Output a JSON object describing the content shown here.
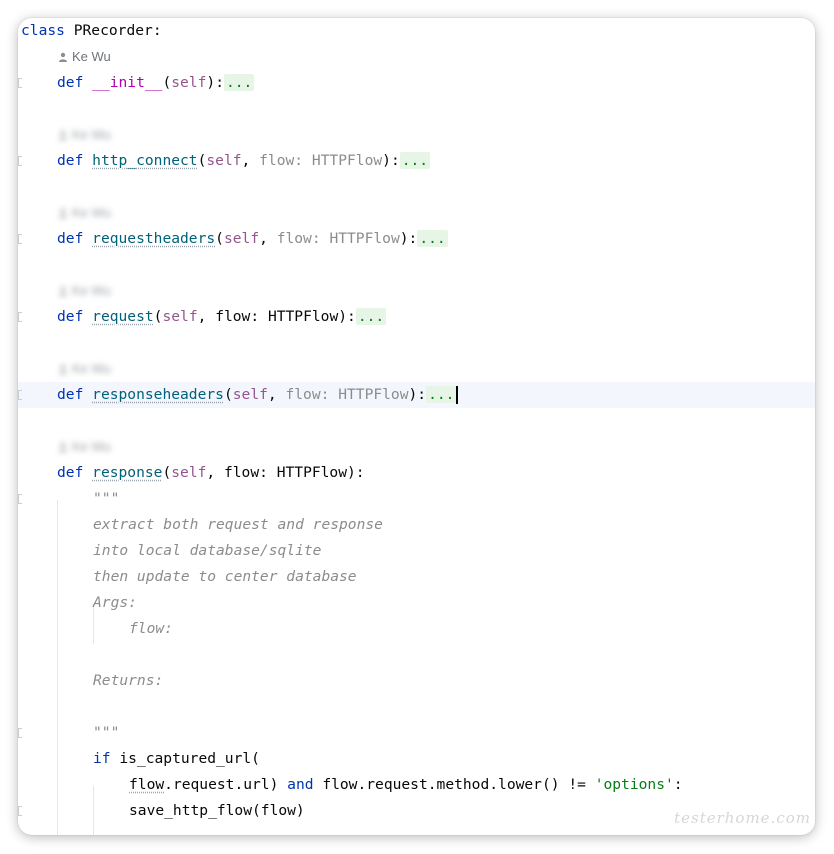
{
  "editor": {
    "class_line": {
      "kw": "class",
      "name": "PRecorder",
      "colon": ":"
    },
    "author_name": "Ke Wu",
    "def_kw": "def",
    "methods": [
      {
        "name": "__init__",
        "open": "(",
        "self": "self",
        "params": "",
        "close": "):",
        "folded": "..."
      },
      {
        "name": "http_connect",
        "open": "(",
        "self": "self",
        "sep": ", ",
        "param_name": "flow",
        "param_colon": ": ",
        "param_type": "HTTPFlow",
        "close": "):",
        "folded": "..."
      },
      {
        "name": "requestheaders",
        "open": "(",
        "self": "self",
        "sep": ", ",
        "param_name": "flow",
        "param_colon": ": ",
        "param_type": "HTTPFlow",
        "close": "):",
        "folded": "..."
      },
      {
        "name": "request",
        "open": "(",
        "self": "self",
        "sep": ", ",
        "param_name": "flow",
        "param_colon": ": ",
        "param_type": "HTTPFlow",
        "close": "):",
        "folded": "..."
      },
      {
        "name": "responseheaders",
        "open": "(",
        "self": "self",
        "sep": ", ",
        "param_name": "flow",
        "param_colon": ": ",
        "param_type": "HTTPFlow",
        "close": "):",
        "folded": "..."
      },
      {
        "name": "response",
        "open": "(",
        "self": "self",
        "sep": ", ",
        "param_name": "flow",
        "param_colon": ": ",
        "param_type": "HTTPFlow",
        "close": "):"
      }
    ],
    "docstring": {
      "open": "\"\"\"",
      "line1": "extract both request and response",
      "line2": "into local database/sqlite",
      "line3": "then update to center database",
      "args": "Args:",
      "flow": "flow:",
      "returns": "Returns:",
      "close": "\"\"\""
    },
    "if_line": {
      "kw": "if",
      "call": "is_captured_url("
    },
    "cond_line": {
      "a": "flow",
      "b": ".request.url) ",
      "and": "and",
      "c": " flow.request.method.lower() != ",
      "str": "'options'",
      "d": ":"
    },
    "call_line": "save_http_flow(flow)"
  },
  "watermark": "testerhome.com",
  "colors": {
    "keyword": "#0033b3",
    "function": "#00627a",
    "self": "#94558d",
    "string": "#067d17",
    "docstring": "#8c8c8c",
    "current_line": "#f3f6fd"
  }
}
